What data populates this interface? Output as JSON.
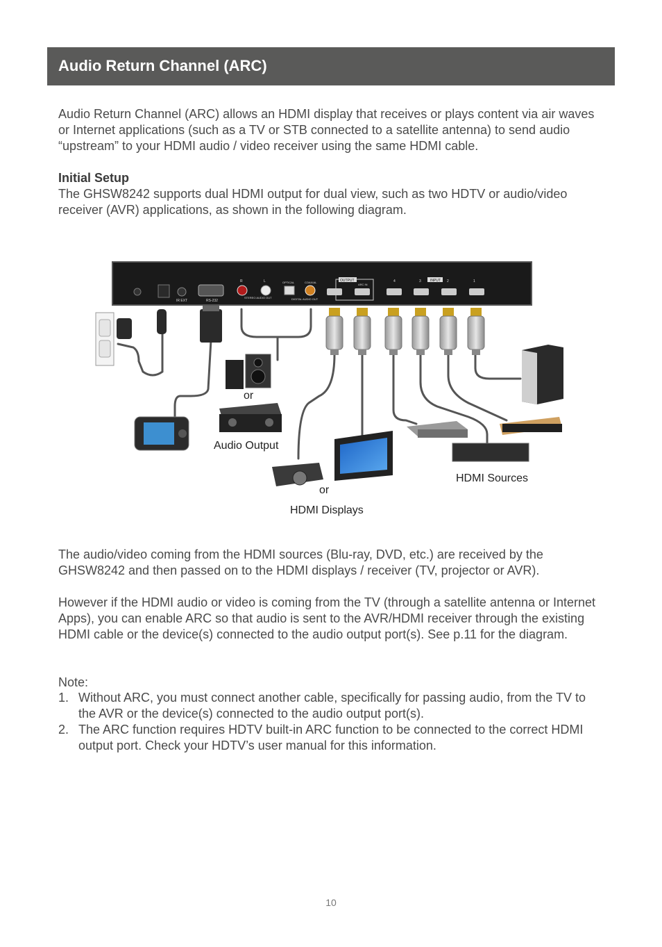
{
  "header": {
    "title": "Audio Return Channel (ARC)"
  },
  "intro": "Audio Return Channel (ARC) allows an HDMI display that receives or plays content via air waves or Internet applications (such as a TV or STB connected to a satellite antenna) to send audio “upstream” to your HDMI audio / video receiver using the same HDMI cable.",
  "setup": {
    "heading": "Initial Setup",
    "text": "The GHSW8242 supports dual HDMI output for dual view, such as two HDTV or audio/video receiver (AVR) applications, as shown in the following diagram."
  },
  "diagram": {
    "labels": {
      "or_audio": "or",
      "audio_output": "Audio Output",
      "or_display": "or",
      "hdmi_displays": "HDMI Displays",
      "hdmi_sources": "HDMI Sources"
    },
    "panel": {
      "ir_ext": "IR EXT",
      "rs232": "RS-232",
      "stereo_audio_out": "STEREO AUDIO OUT",
      "optical": "OPTICAL",
      "coaxial": "COAXIAL",
      "digital_audio_out": "DIGITAL AUDIO OUT",
      "output": "OUTPUT",
      "arc_in": "ARC IN",
      "input": "INPUT",
      "in4": "4",
      "in3": "3",
      "in2": "2",
      "in1": "1",
      "r": "R",
      "l": "L"
    }
  },
  "para2": "The audio/video coming from the HDMI sources (Blu-ray, DVD, etc.) are received by the GHSW8242 and then passed on to the HDMI displays / receiver (TV, projector or AVR).",
  "para3": "However if the HDMI audio or video is coming from the TV (through a satellite antenna or Internet Apps), you can enable ARC so that audio is sent to the AVR/HDMI receiver through the existing HDMI cable or the device(s) connected to the audio output port(s). See p.11 for the diagram.",
  "note": {
    "label": "Note:",
    "items": [
      {
        "num": "1.",
        "text": "Without ARC, you must connect another cable, specifically for passing audio, from the TV to the AVR or the device(s) connected to the audio output port(s)."
      },
      {
        "num": "2.",
        "text": "The ARC function requires HDTV built-in ARC function to be connected to the correct HDMI output port. Check your HDTV’s user manual for this information."
      }
    ]
  },
  "page_number": "10"
}
